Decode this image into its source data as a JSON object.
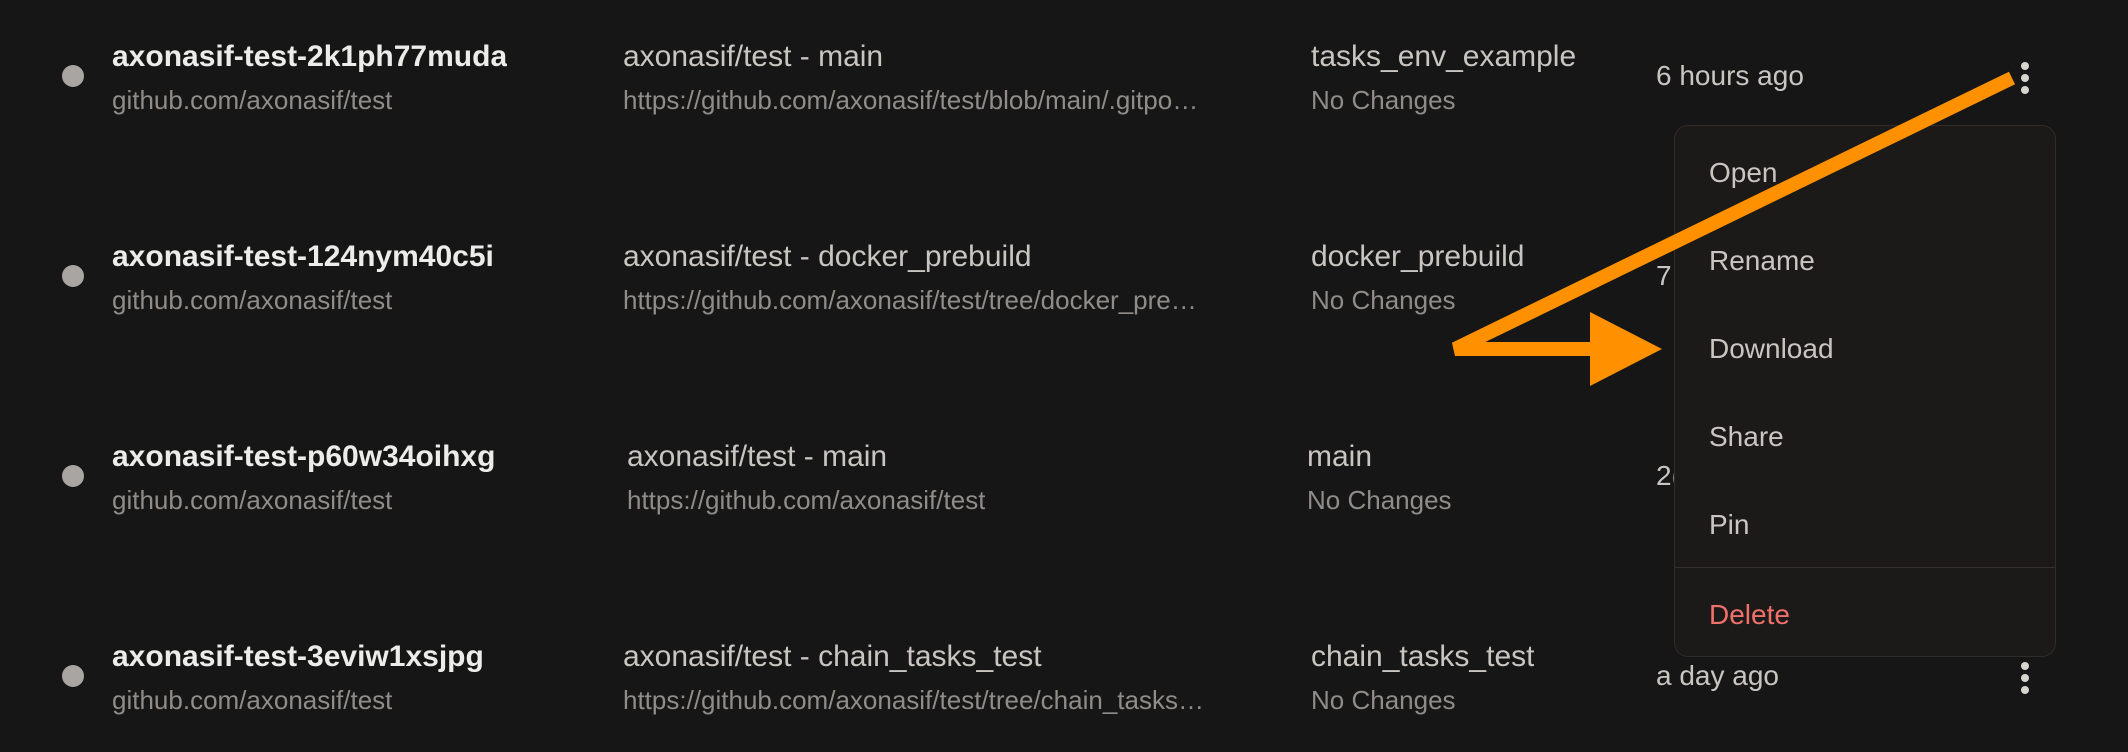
{
  "workspaces": [
    {
      "name": "axonasif-test-2k1ph77muda",
      "repo": "github.com/axonasif/test",
      "context": "axonasif/test - main",
      "url": "https://github.com/axonasif/test/blob/main/.gitpo…",
      "branch": "tasks_env_example",
      "changes": "No Changes",
      "time": "6 hours ago"
    },
    {
      "name": "axonasif-test-124nym40c5i",
      "repo": "github.com/axonasif/test",
      "context": "axonasif/test - docker_prebuild",
      "url": "https://github.com/axonasif/test/tree/docker_pre…",
      "branch": "docker_prebuild",
      "changes": "No Changes",
      "time": "7"
    },
    {
      "name": "axonasif-test-p60w34oihxg",
      "repo": "github.com/axonasif/test",
      "context": "axonasif/test - main",
      "url": "https://github.com/axonasif/test",
      "branch": "main",
      "changes": "No Changes",
      "time": "2("
    },
    {
      "name": "axonasif-test-3eviw1xsjpg",
      "repo": "github.com/axonasif/test",
      "context": "axonasif/test - chain_tasks_test",
      "url": "https://github.com/axonasif/test/tree/chain_tasks…",
      "branch": "chain_tasks_test",
      "changes": "No Changes",
      "time": "a day ago"
    }
  ],
  "menu": {
    "open": "Open",
    "rename": "Rename",
    "download": "Download",
    "share": "Share",
    "pin": "Pin",
    "delete": "Delete"
  },
  "colors": {
    "background": "#161616",
    "annotation": "#ff9100",
    "delete": "#f0706a"
  }
}
